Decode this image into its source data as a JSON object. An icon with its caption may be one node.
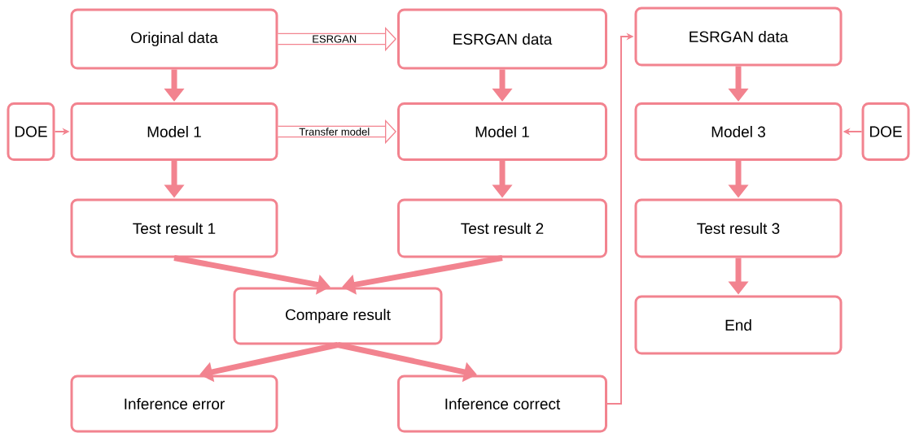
{
  "diagram": {
    "nodes": [
      {
        "text": [
          "Original data"
        ]
      },
      {
        "text": [
          "ESRGAN data"
        ]
      },
      {
        "text": [
          "ESRGAN data"
        ]
      },
      {
        "text": [
          "DOE"
        ]
      },
      {
        "text": [
          "Model 1"
        ]
      },
      {
        "text": [
          "Model 1"
        ]
      },
      {
        "text": [
          "Model 3"
        ]
      },
      {
        "text": [
          "DOE"
        ]
      },
      {
        "text": [
          "Test result 1"
        ]
      },
      {
        "text": [
          "Test result 2"
        ]
      },
      {
        "text": [
          "Test result 3"
        ]
      },
      {
        "text": [
          "Compare result"
        ]
      },
      {
        "text": [
          "End"
        ]
      },
      {
        "text": [
          "Inference error"
        ]
      },
      {
        "text": [
          "Inference correct"
        ]
      }
    ],
    "edges": [
      {
        "from": 0,
        "to": 1,
        "arrow": "to",
        "label": "ESRGAN",
        "style": "thick"
      },
      {
        "from": 0,
        "to": 4,
        "arrow": "to"
      },
      {
        "from": 3,
        "to": 4,
        "arrow": "to"
      },
      {
        "from": 4,
        "to": 5,
        "arrow": "to",
        "label": "Transfer model",
        "style": "thick"
      },
      {
        "from": 1,
        "to": 5,
        "arrow": "to"
      },
      {
        "from": 4,
        "to": 8,
        "arrow": "to"
      },
      {
        "from": 5,
        "to": 9,
        "arrow": "to"
      },
      {
        "from": 8,
        "to": 11,
        "arrow": "to"
      },
      {
        "from": 9,
        "to": 11,
        "arrow": "to"
      },
      {
        "from": 11,
        "to": 13,
        "arrow": "to"
      },
      {
        "from": 11,
        "to": 14,
        "arrow": "to"
      },
      {
        "from": 14,
        "to": 2,
        "arrow": "to"
      },
      {
        "from": 2,
        "to": 6,
        "arrow": "to"
      },
      {
        "from": 7,
        "to": 6,
        "arrow": "to"
      },
      {
        "from": 6,
        "to": 10,
        "arrow": "to"
      },
      {
        "from": 10,
        "to": 12,
        "arrow": "to"
      }
    ]
  }
}
